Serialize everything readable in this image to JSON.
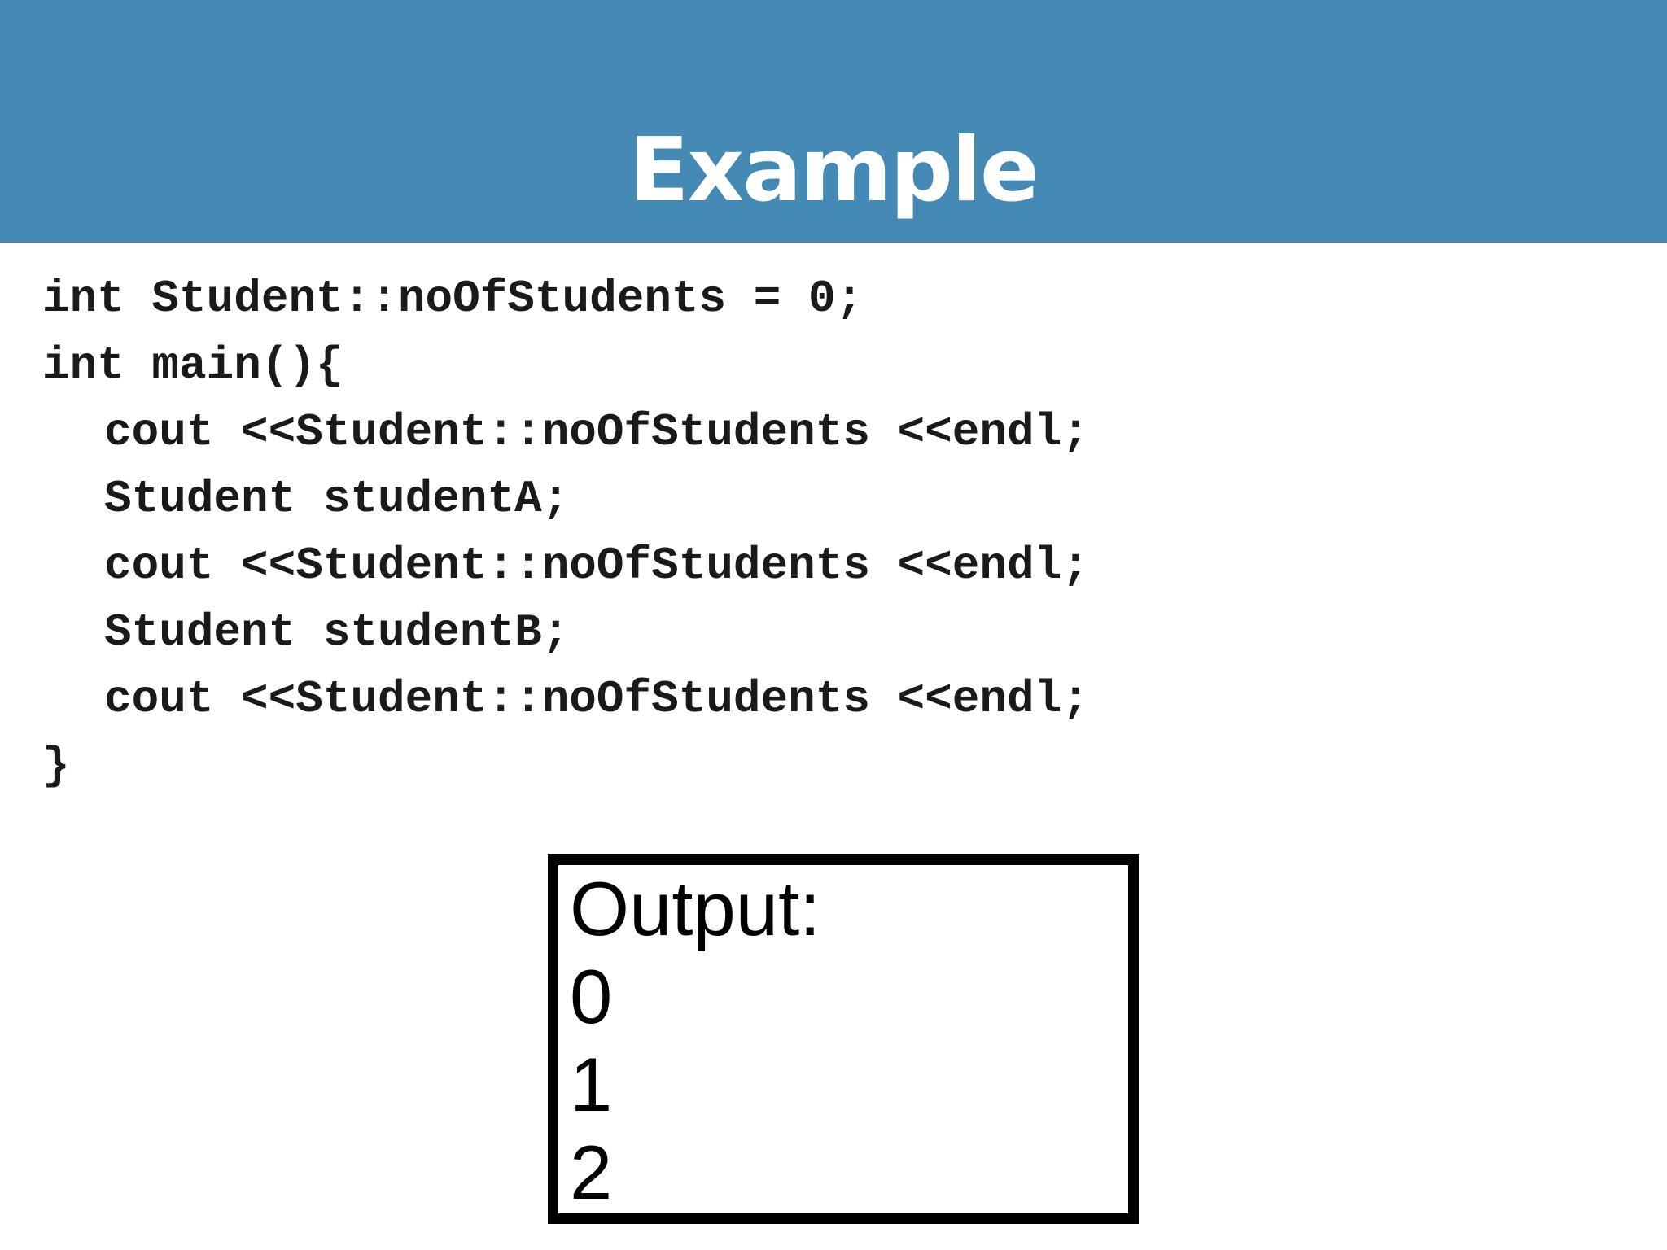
{
  "title": "Example",
  "code": {
    "lines": [
      "int Student::noOfStudents = 0;",
      "int main(){",
      "cout <<Student::noOfStudents <<endl;",
      "Student studentA;",
      "cout <<Student::noOfStudents <<endl;",
      "Student studentB;",
      "cout <<Student::noOfStudents <<endl;",
      "}"
    ]
  },
  "output": {
    "label": "Output:",
    "values": [
      "0",
      "1",
      "2"
    ]
  },
  "colors": {
    "header_background": "#4589b5",
    "title_text": "#ffffff",
    "code_text": "#1a1a1a",
    "output_border": "#000000"
  }
}
